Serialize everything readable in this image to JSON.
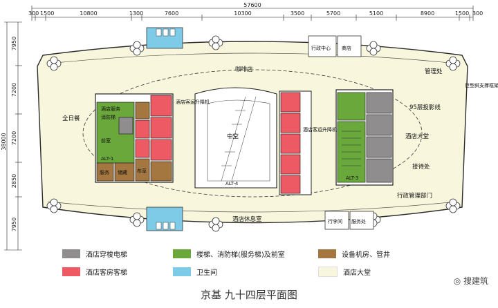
{
  "dimensions": {
    "total_top": "57600",
    "top": [
      "300",
      "1500",
      "10800",
      "1300",
      "7600",
      "10300",
      "3500",
      "5700",
      "5100",
      "8900",
      "1500",
      "300"
    ],
    "total_left": "38000",
    "left": [
      "7950",
      "7200",
      "7200",
      "2850",
      "7950"
    ]
  },
  "labels": {
    "cafe": "咖啡店",
    "business_center": "行政中心",
    "shop": "商店",
    "management": "管理处",
    "all_day_dining": "全日餐",
    "hotel_lift_1": "酒店客运升降机",
    "atrium": "中空",
    "hotel_lift_2": "酒店客运升降机",
    "line_95": "95层投影线",
    "hotel_lobby": "酒店大堂",
    "reception": "接待处",
    "exec_mgmt": "行政管理部门",
    "lounge": "酒店休息室",
    "luggage": "行李间",
    "concierge": "服务处",
    "mega_brace": "巨型斜支撑框架",
    "alt4": "ALT-4",
    "alt3": "ALT-3",
    "alt1": "ALT-1",
    "hotel_core": "酒店服务",
    "evac_lift": "消防梯",
    "front_room": "前室",
    "service": "服务",
    "storage": "储藏",
    "linen": "布草"
  },
  "legend": [
    {
      "label": "酒店穿梭电梯",
      "color": "#8f8d8e"
    },
    {
      "label": "楼梯、消防梯(服务梯)及前室",
      "color": "#6aa83c"
    },
    {
      "label": "设备机房、管井",
      "color": "#a3773f"
    },
    {
      "label": "酒店客房客梯",
      "color": "#ee5a64"
    },
    {
      "label": "卫生间",
      "color": "#7dcbe6"
    },
    {
      "label": "酒店大堂",
      "color": "#f8f6dd"
    }
  ],
  "caption": "京基  九十四层平面图",
  "brand": "搜建筑"
}
